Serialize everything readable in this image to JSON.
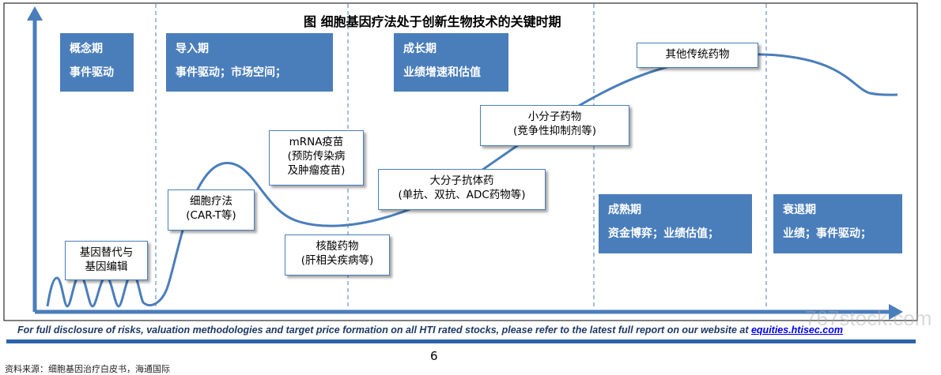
{
  "title": "图 细胞基因疗法处于创新生物技术的关键时期",
  "phases_top": [
    {
      "name": "概念期",
      "driver": "事件驱动"
    },
    {
      "name": "导入期",
      "driver": "事件驱动；市场空间；"
    },
    {
      "name": "成长期",
      "driver": "业绩增速和估值"
    }
  ],
  "phases_bottom": [
    {
      "name": "成熟期",
      "driver": "资金博弈；业绩估值；"
    },
    {
      "name": "衰退期",
      "driver": "业绩；事件驱动；"
    }
  ],
  "labels": {
    "gene_replacement": [
      "基因替代与",
      "基因编辑"
    ],
    "cell_therapy": [
      "细胞疗法",
      "(CAR-T等)"
    ],
    "mrna": [
      "mRNA疫苗",
      "(预防传染病",
      "及肿瘤疫苗)"
    ],
    "nucleic_acid": [
      "核酸药物",
      "(肝相关疾病等)"
    ],
    "large_molecule": [
      "大分子抗体药",
      "(单抗、双抗、ADC药物等)"
    ],
    "small_molecule": [
      "小分子药物",
      "(竞争性抑制剂等)"
    ],
    "other_drugs": [
      "其他传统药物"
    ]
  },
  "footer": {
    "disclosure": "For full disclosure of risks, valuation methodologies and target price formation on all HTI rated stocks, please refer to the latest full report on our website at ",
    "link": "equities.htisec.com",
    "page_number": "6",
    "source": "资料来源：细胞基因治疗白皮书，海通国际",
    "watermark": "767stock.com"
  },
  "colors": {
    "accent": "#4a7ebb",
    "rule": "#2f63a9",
    "curve": "#4a7ebb"
  }
}
